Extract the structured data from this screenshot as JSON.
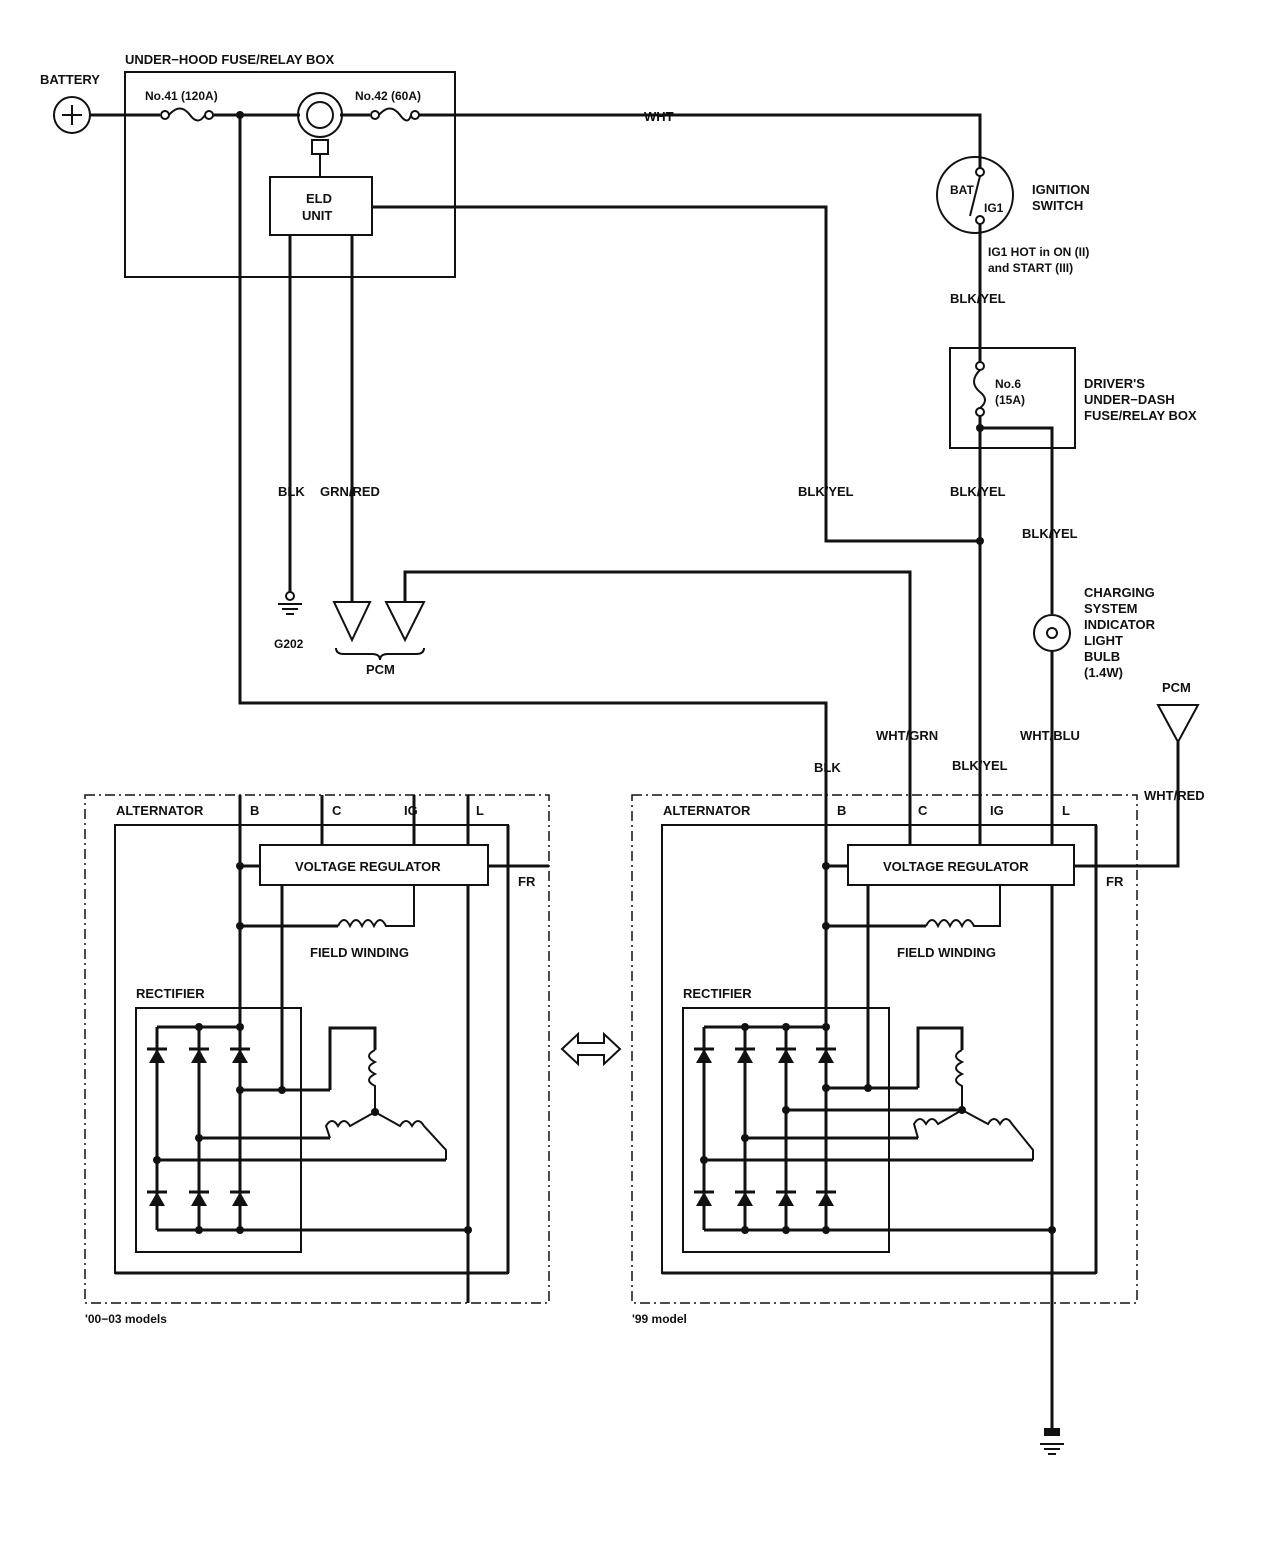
{
  "labels": {
    "battery": "BATTERY",
    "underhood_box": "UNDER−HOOD FUSE/RELAY BOX",
    "fuse41": "No.41 (120A)",
    "fuse42": "No.42 (60A)",
    "wht": "WHT",
    "eld_unit_1": "ELD",
    "eld_unit_2": "UNIT",
    "bat": "BAT",
    "ig1": "IG1",
    "ignition_switch_1": "IGNITION",
    "ignition_switch_2": "SWITCH",
    "ig1_hot_1": "IG1 HOT in ON (II)",
    "ig1_hot_2": "and START (III)",
    "blk_yel": "BLK/YEL",
    "fuse6_1": "No.6",
    "fuse6_2": "(15A)",
    "dash_box_1": "DRIVER'S",
    "dash_box_2": "UNDER−DASH",
    "dash_box_3": "FUSE/RELAY BOX",
    "blk": "BLK",
    "grn_red": "GRN/RED",
    "g202": "G202",
    "pcm": "PCM",
    "charging_1": "CHARGING",
    "charging_2": "SYSTEM",
    "charging_3": "INDICATOR",
    "charging_4": "LIGHT",
    "charging_5": "BULB",
    "charging_6": "(1.4W)",
    "wht_grn": "WHT/GRN",
    "wht_blu": "WHT/BLU",
    "wht_red": "WHT/RED",
    "alternator": "ALTERNATOR",
    "term_b": "B",
    "term_c": "C",
    "term_ig": "IG",
    "term_l": "L",
    "term_fr": "FR",
    "voltage_regulator": "VOLTAGE REGULATOR",
    "field_winding": "FIELD WINDING",
    "rectifier": "RECTIFIER",
    "models_00_03": "'00−03 models",
    "model_99": "'99 model"
  }
}
